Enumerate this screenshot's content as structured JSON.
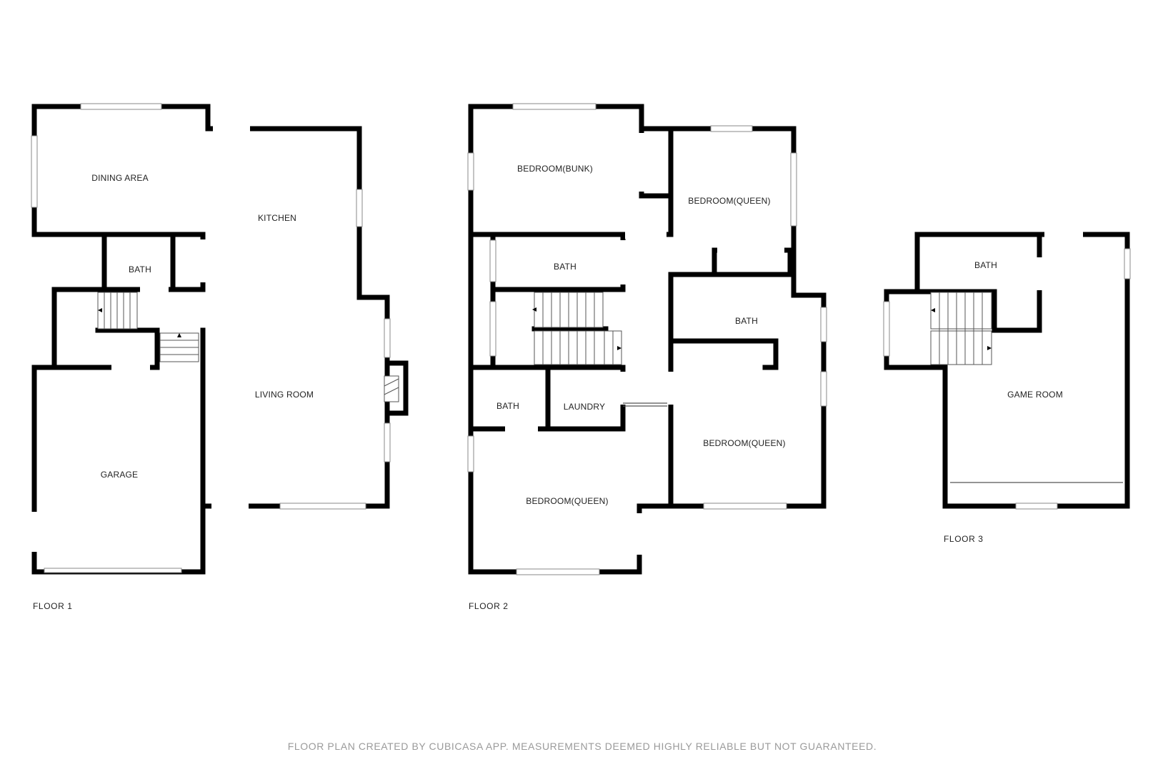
{
  "floors": [
    {
      "label": "FLOOR 1",
      "rooms": {
        "dining": "DINING AREA",
        "kitchen": "KITCHEN",
        "bath": "BATH",
        "living": "LIVING ROOM",
        "garage": "GARAGE"
      }
    },
    {
      "label": "FLOOR 2",
      "rooms": {
        "bedroom_bunk": "BEDROOM(BUNK)",
        "bedroom_queen_ne": "BEDROOM(QUEEN)",
        "bath_nw": "BATH",
        "bath_e": "BATH",
        "bath_sw": "BATH",
        "laundry": "LAUNDRY",
        "bedroom_queen_se": "BEDROOM(QUEEN)",
        "bedroom_queen_sw": "BEDROOM(QUEEN)"
      }
    },
    {
      "label": "FLOOR 3",
      "rooms": {
        "bath": "BATH",
        "game_room": "GAME ROOM"
      }
    }
  ],
  "footer": "FLOOR PLAN CREATED BY CUBICASA APP. MEASUREMENTS DEEMED HIGHLY RELIABLE BUT NOT GUARANTEED.",
  "colors": {
    "wall": "#000000",
    "text": "#222222",
    "footer": "#9a9a9a",
    "background": "#ffffff"
  }
}
